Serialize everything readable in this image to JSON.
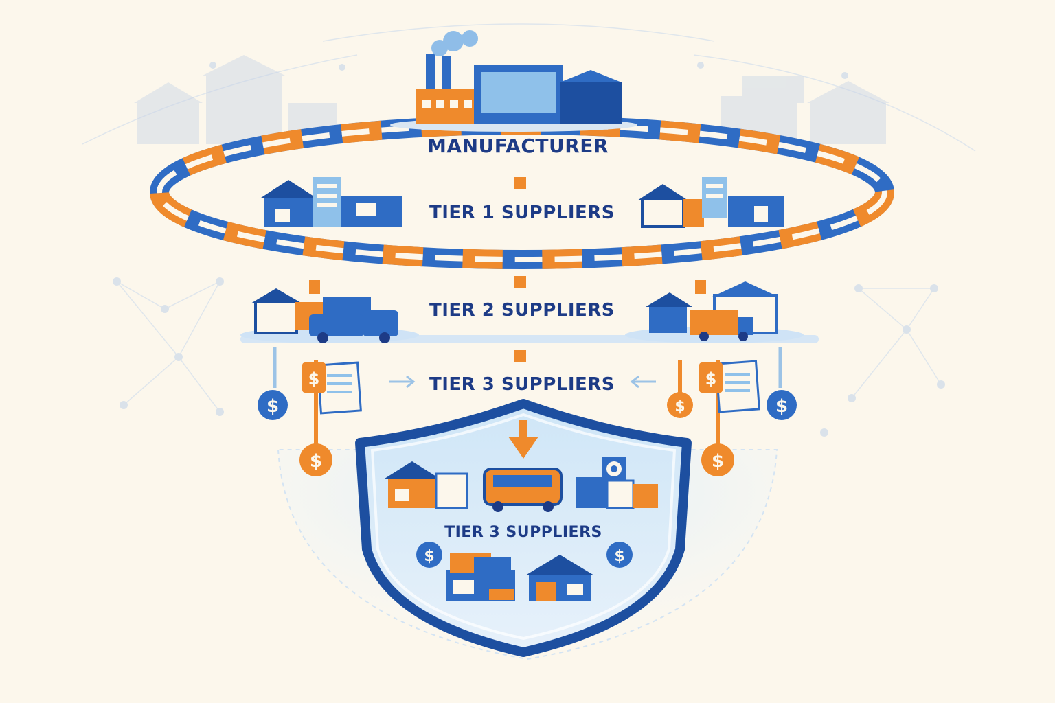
{
  "labels": {
    "manufacturer": "MANUFACTURER",
    "tier1": "TIER 1 SUPPLIERS",
    "tier2": "TIER 2 SUPPLIERS",
    "tier3": "TIER 3 SUPPLIERS",
    "tier3_shield": "TIER 3 SUPPLIERS"
  },
  "currency_symbol": "$",
  "colors": {
    "background": "#fcf7ec",
    "navy": "#1d3b86",
    "blue": "#2f6cc4",
    "light_blue": "#cfe3f6",
    "orange": "#ef8a2c"
  },
  "icons": [
    "factory-icon",
    "warehouse-icon",
    "delivery-truck-icon",
    "dollar-tag-icon",
    "invoice-icon",
    "shield-icon",
    "chain-icon",
    "gear-icon"
  ]
}
